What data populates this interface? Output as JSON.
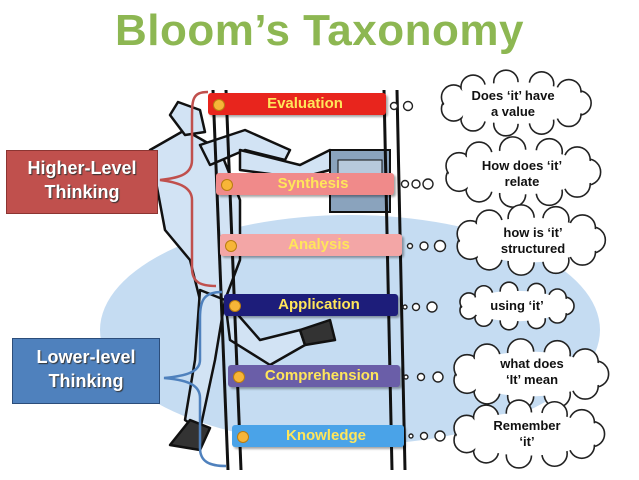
{
  "title": "Bloom’s Taxonomy",
  "levels": {
    "higher": {
      "line1": "Higher-Level",
      "line2": "Thinking"
    },
    "lower": {
      "line1": "Lower-level",
      "line2": "Thinking"
    }
  },
  "rungs": [
    {
      "label": "Evaluation",
      "color": "#e8251d",
      "text_color": "#ffe65a"
    },
    {
      "label": "Synthesis",
      "color": "#f08a8a",
      "text_color": "#ffe65a"
    },
    {
      "label": "Analysis",
      "color": "#f3a6a6",
      "text_color": "#ffe65a"
    },
    {
      "label": "Application",
      "color": "#1d1d7a",
      "text_color": "#ffe65a"
    },
    {
      "label": "Comprehension",
      "color": "#6a5ea8",
      "text_color": "#ffe65a"
    },
    {
      "label": "Knowledge",
      "color": "#4aa3e8",
      "text_color": "#ffe65a"
    }
  ],
  "clouds": [
    {
      "line1": "Does ‘it’ have",
      "line2": "a value"
    },
    {
      "line1": "How does ‘it’",
      "line2": "relate"
    },
    {
      "line1": "how is ‘it’",
      "line2": "structured"
    },
    {
      "line1": "using ‘it’",
      "line2": ""
    },
    {
      "line1": "what does",
      "line2": "‘It’ mean"
    },
    {
      "line1": "Remember",
      "line2": "‘it’"
    }
  ],
  "colors": {
    "title": "#8db752",
    "higher": "#c0504d",
    "lower": "#4f81bd",
    "backdrop": "#c5dcf2"
  }
}
